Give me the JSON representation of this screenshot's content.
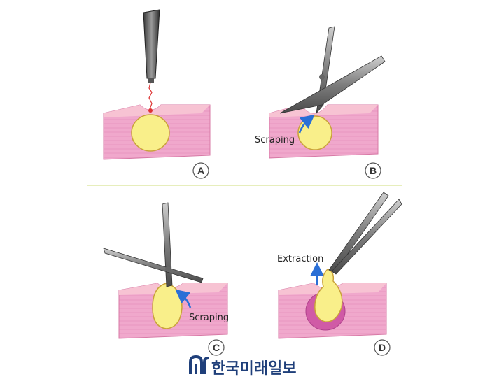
{
  "panels": [
    {
      "letter": "A",
      "label": ""
    },
    {
      "letter": "B",
      "label": "Scraping"
    },
    {
      "letter": "C",
      "label": "Scraping"
    },
    {
      "letter": "D",
      "label": "Extraction"
    }
  ],
  "watermark": {
    "text": "한국미래일보"
  },
  "colors": {
    "skin_top": "#f4b8c9",
    "skin_front": "#f0a8cc",
    "skin_side": "#e68fb3",
    "cyst": "#f9ef8a",
    "arrow": "#2a6fd6",
    "divider": "#dfe9a5",
    "watermark": "#1f3f7a"
  }
}
